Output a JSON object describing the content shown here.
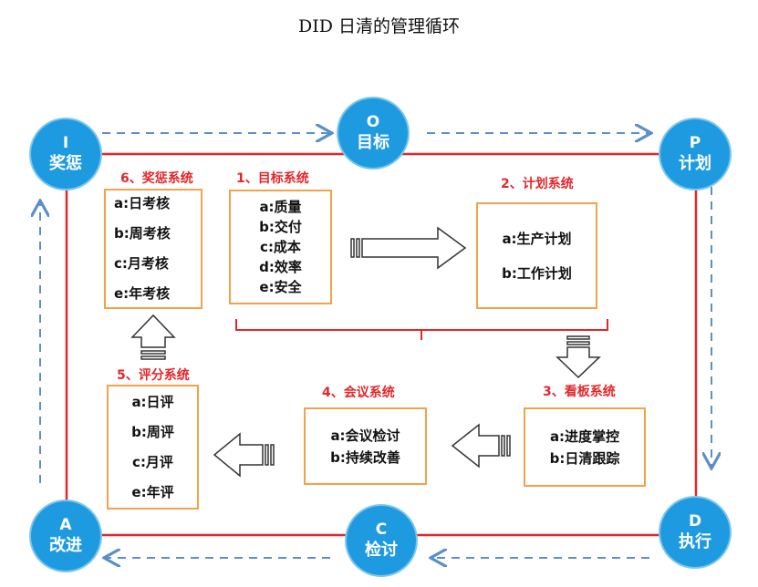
{
  "title": "DID 日清的管理循环",
  "nodes": {
    "i": {
      "letter": "I",
      "label": "奖惩"
    },
    "o": {
      "letter": "O",
      "label": "目标"
    },
    "p": {
      "letter": "P",
      "label": "计划"
    },
    "d": {
      "letter": "D",
      "label": "执行"
    },
    "c": {
      "letter": "C",
      "label": "检讨"
    },
    "a": {
      "letter": "A",
      "label": "改进"
    }
  },
  "systems": {
    "target": {
      "title": "1、目标系统",
      "items": [
        "a:质量",
        "b:交付",
        "c:成本",
        "d:效率",
        "e:安全"
      ]
    },
    "plan": {
      "title": "2、计划系统",
      "items": [
        "a:生产计划",
        "b:工作计划"
      ]
    },
    "kanban": {
      "title": "3、看板系统",
      "items": [
        "a:进度掌控",
        "b:日清跟踪"
      ]
    },
    "meeting": {
      "title": "4、会议系统",
      "items": [
        "a:会议检讨",
        "b:持续改善"
      ]
    },
    "score": {
      "title": "5、评分系统",
      "items": [
        "a:日评",
        "b:周评",
        "c:月评",
        "e:年评"
      ]
    },
    "reward": {
      "title": "6、奖惩系统",
      "items": [
        "a:日考核",
        "b:周考核",
        "c:月考核",
        "e:年考核"
      ]
    }
  },
  "colors": {
    "node": "#1e9be0",
    "loop": "#e3262a",
    "dashed": "#5b8fc9",
    "box_border": "#f4a24a"
  }
}
